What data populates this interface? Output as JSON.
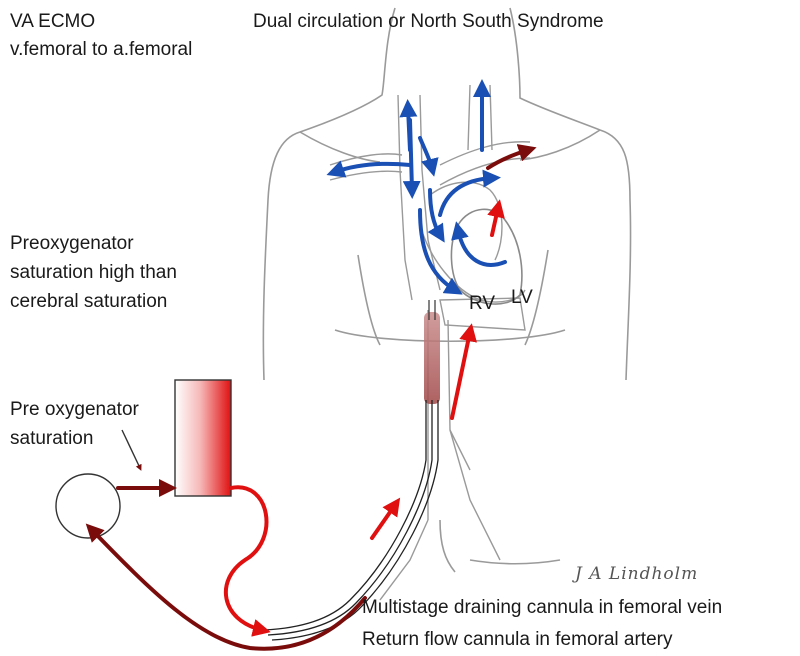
{
  "title": "Dual circulation or North South Syndrome",
  "mode": {
    "line1": "VA ECMO",
    "line2": "v.femoral to a.femoral"
  },
  "note": {
    "line1": "Preoxygenator",
    "line2": "saturation high than",
    "line3": "cerebral saturation"
  },
  "pre_oxygenator": {
    "line1": "Pre oxygenator",
    "line2": "saturation"
  },
  "chambers": {
    "rv": "RV",
    "lv": "LV"
  },
  "cannulas": {
    "drainage": "Multistage draining cannula in femoral vein",
    "return": "Return flow cannula in femoral artery"
  },
  "signature": "J A Lindholm",
  "colors": {
    "deoxygenated": "#1a4fb4",
    "oxygenated": "#e01010",
    "return_line": "#7a0c0c",
    "outline": "#9a9a9a"
  }
}
